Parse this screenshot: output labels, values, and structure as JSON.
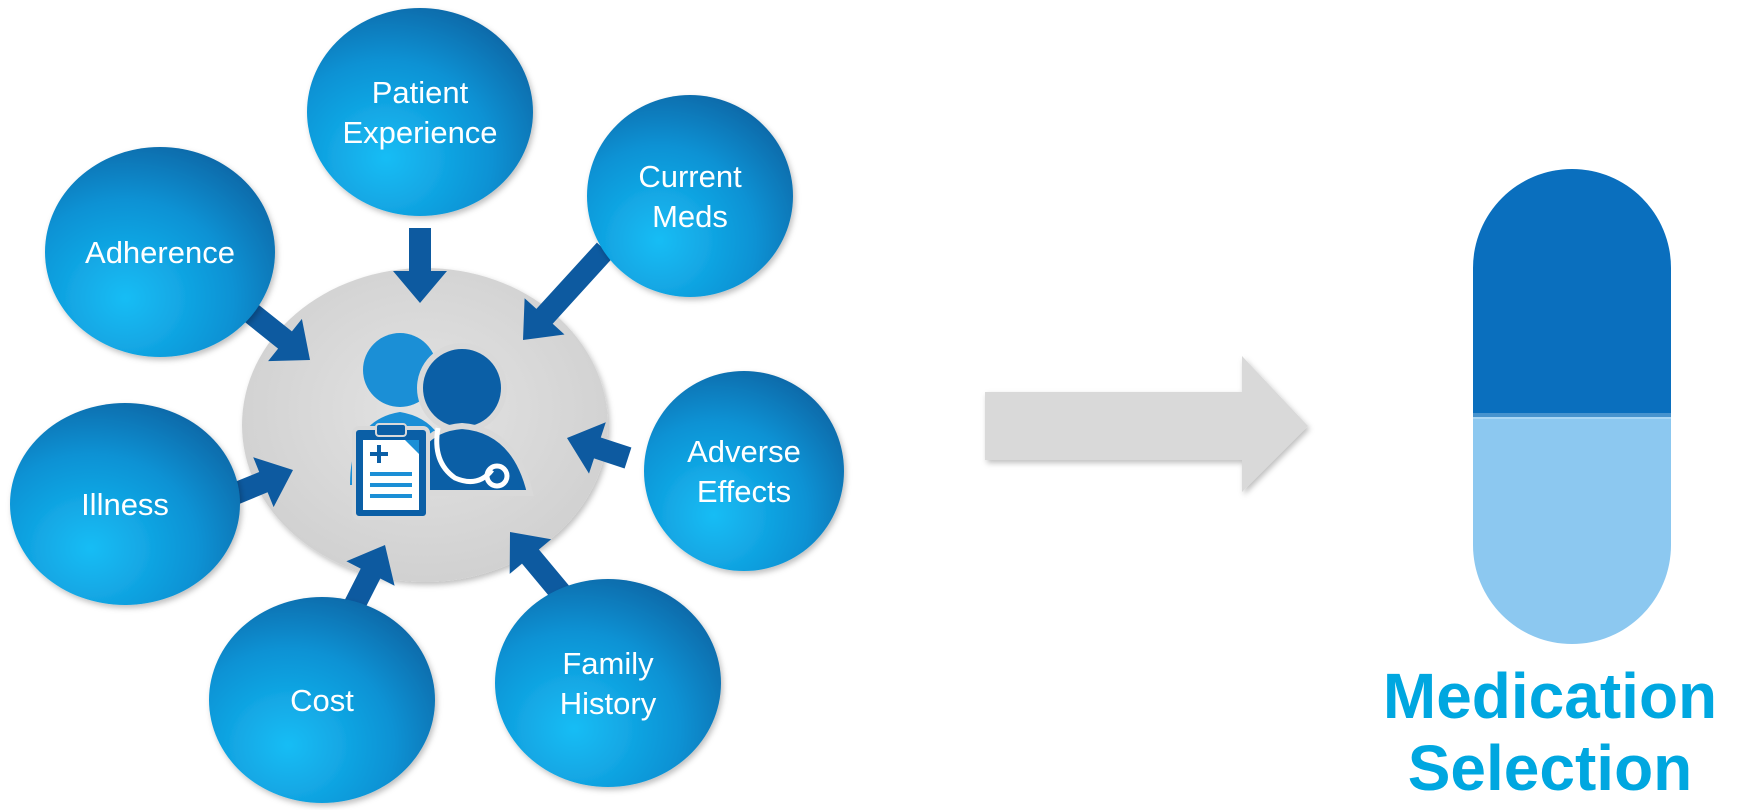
{
  "factors": [
    {
      "id": "patient-experience",
      "lines": [
        "Patient",
        "Experience"
      ]
    },
    {
      "id": "current-meds",
      "lines": [
        "Current",
        "Meds"
      ]
    },
    {
      "id": "adherence",
      "lines": [
        "Adherence"
      ]
    },
    {
      "id": "adverse-effects",
      "lines": [
        "Adverse",
        "Effects"
      ]
    },
    {
      "id": "illness",
      "lines": [
        "Illness"
      ]
    },
    {
      "id": "family-history",
      "lines": [
        "Family",
        "History"
      ]
    },
    {
      "id": "cost",
      "lines": [
        "Cost"
      ]
    }
  ],
  "center": {
    "icon": "doctor-patient-clipboard-icon"
  },
  "process_arrow": {
    "icon": "right-arrow-icon"
  },
  "result": {
    "icon": "capsule-icon",
    "title_lines": [
      "Medication",
      "Selection"
    ]
  },
  "colors": {
    "bubble_light": "#16b6f2",
    "bubble_dark": "#0a6cad",
    "arrow": "#0d5aa0",
    "hub": "#d9d9d9",
    "hub_icon": "#0b5fa6",
    "hub_icon_light": "#1b8fd6",
    "process_arrow": "#d9d9d9",
    "capsule_top": "#0a6fbe",
    "capsule_bottom": "#8cc8f0",
    "result_text": "#00a7e0"
  }
}
